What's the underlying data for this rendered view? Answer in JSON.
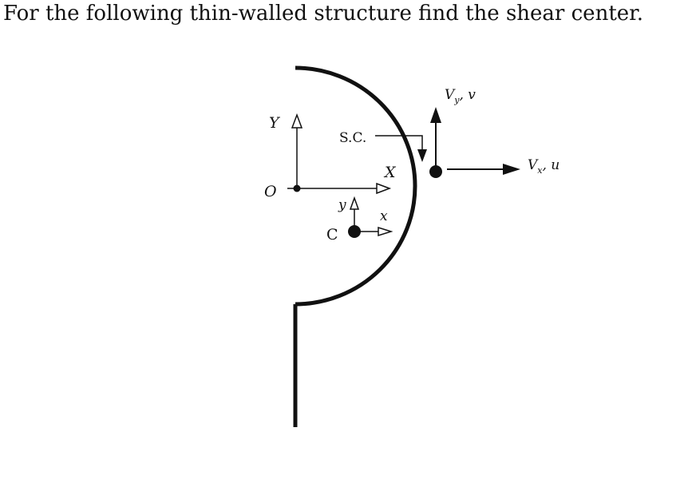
{
  "question": "For the following thin-walled structure find the shear center.",
  "figure": {
    "labels": {
      "Y": "Y",
      "X": "X",
      "O": "O",
      "y": "y",
      "x": "x",
      "C": "C",
      "SC": "S.C.",
      "Vy_main": "V",
      "Vy_sub": "y",
      "Vy_rest": ", v",
      "Vx_main": "V",
      "Vx_sub": "x",
      "Vx_rest": ", u"
    }
  }
}
